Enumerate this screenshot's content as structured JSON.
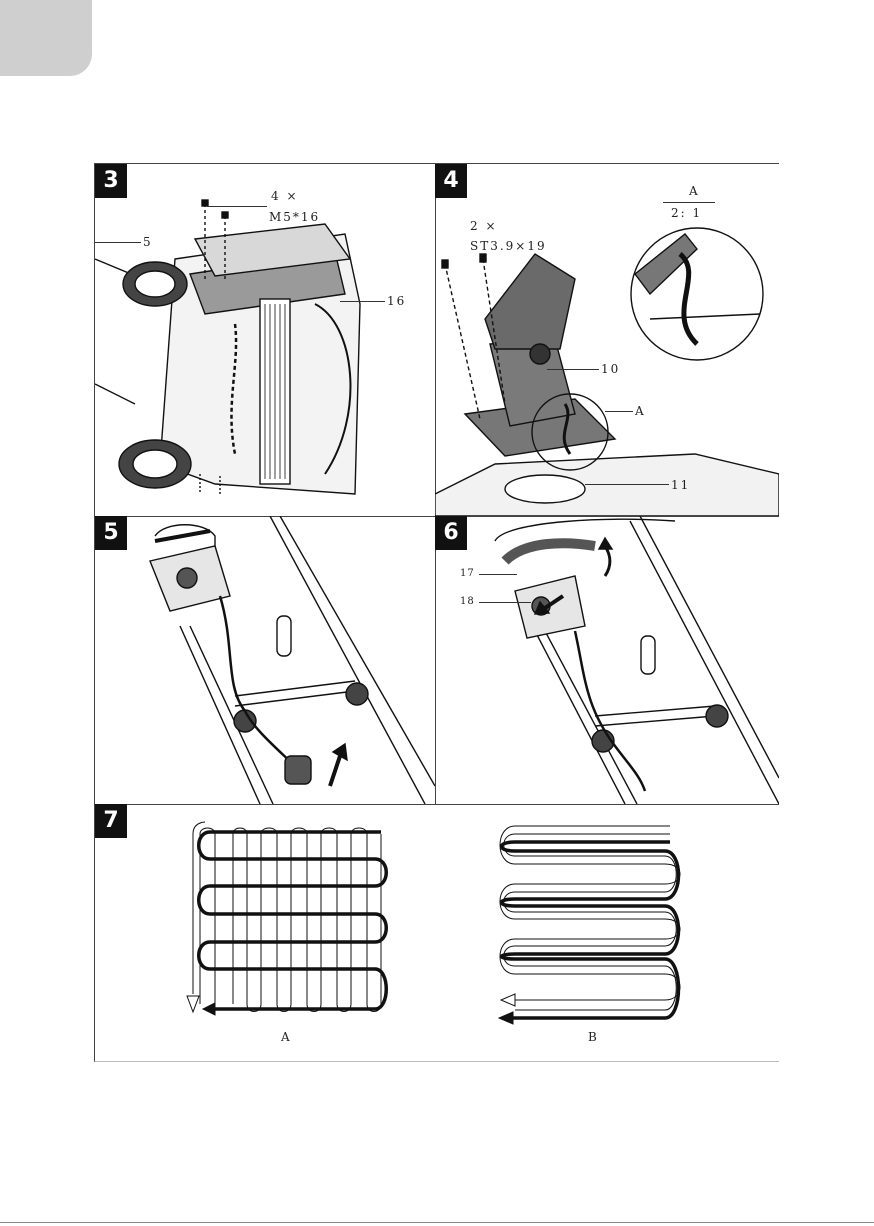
{
  "panels": [
    {
      "step": "3",
      "labels": {
        "qty": "4 ×",
        "screw": "M5*16",
        "part_a": "5",
        "part_b": "16"
      }
    },
    {
      "step": "4",
      "labels": {
        "qty": "2 ×",
        "screw": "ST3.9×19",
        "part_a": "10",
        "part_b": "11",
        "detail_ref": "A",
        "detail_title": "A",
        "detail_scale": "2: 1"
      }
    },
    {
      "step": "5",
      "labels": {}
    },
    {
      "step": "6",
      "labels": {
        "part_a": "17",
        "part_b": "18"
      }
    },
    {
      "step": "7",
      "labels": {
        "pattern_a": "A",
        "pattern_b": "B"
      }
    }
  ],
  "colors": {
    "ink": "#111111",
    "tab": "#cfcfcf",
    "part_fill": "#6e6e6e"
  }
}
